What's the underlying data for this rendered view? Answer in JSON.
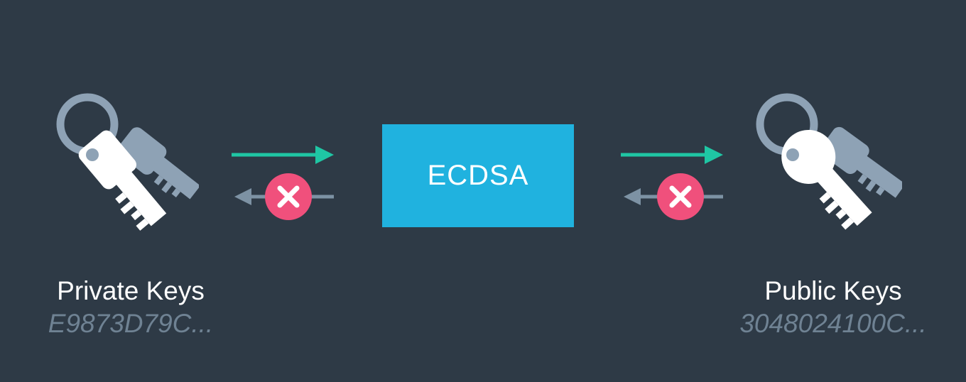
{
  "private_keys": {
    "title": "Private Keys",
    "value": "E9873D79C..."
  },
  "public_keys": {
    "title": "Public Keys",
    "value": "3048024100C..."
  },
  "algorithm": {
    "label": "ECDSA"
  },
  "colors": {
    "background": "#2e3a46",
    "box": "#20b2df",
    "forward_arrow": "#1fc6a4",
    "backward_arrow": "#7d92a4",
    "blocked_badge": "#f0507c",
    "key_front": "#ffffff",
    "key_back": "#8ea2b5"
  },
  "icons": {
    "left": "private-key-icon",
    "right": "public-key-icon",
    "blocked": "x-icon"
  }
}
